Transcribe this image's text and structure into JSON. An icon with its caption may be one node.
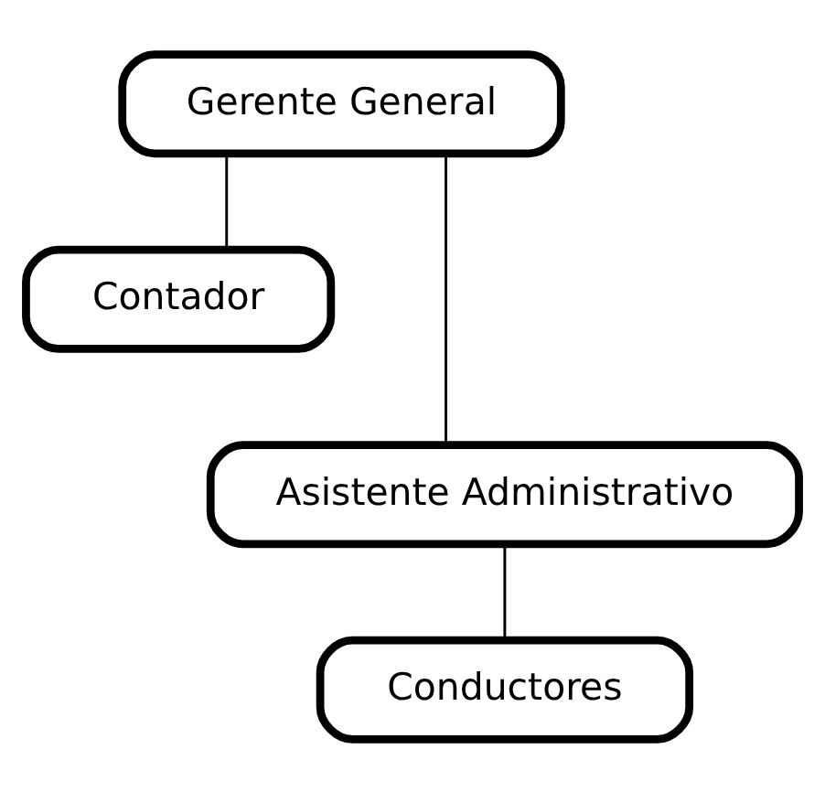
{
  "diagram": {
    "nodes": [
      {
        "text": [
          "Gerente General"
        ]
      },
      {
        "text": [
          "Contador"
        ]
      },
      {
        "text": [
          "Asistente Administrativo"
        ]
      },
      {
        "text": [
          "Conductores"
        ]
      }
    ],
    "edges": [
      {
        "from": 0,
        "to": 2,
        "arrow": "none"
      },
      {
        "from": 0,
        "to": 1,
        "arrow": "none"
      },
      {
        "from": 2,
        "to": 3,
        "arrow": "none"
      }
    ]
  }
}
